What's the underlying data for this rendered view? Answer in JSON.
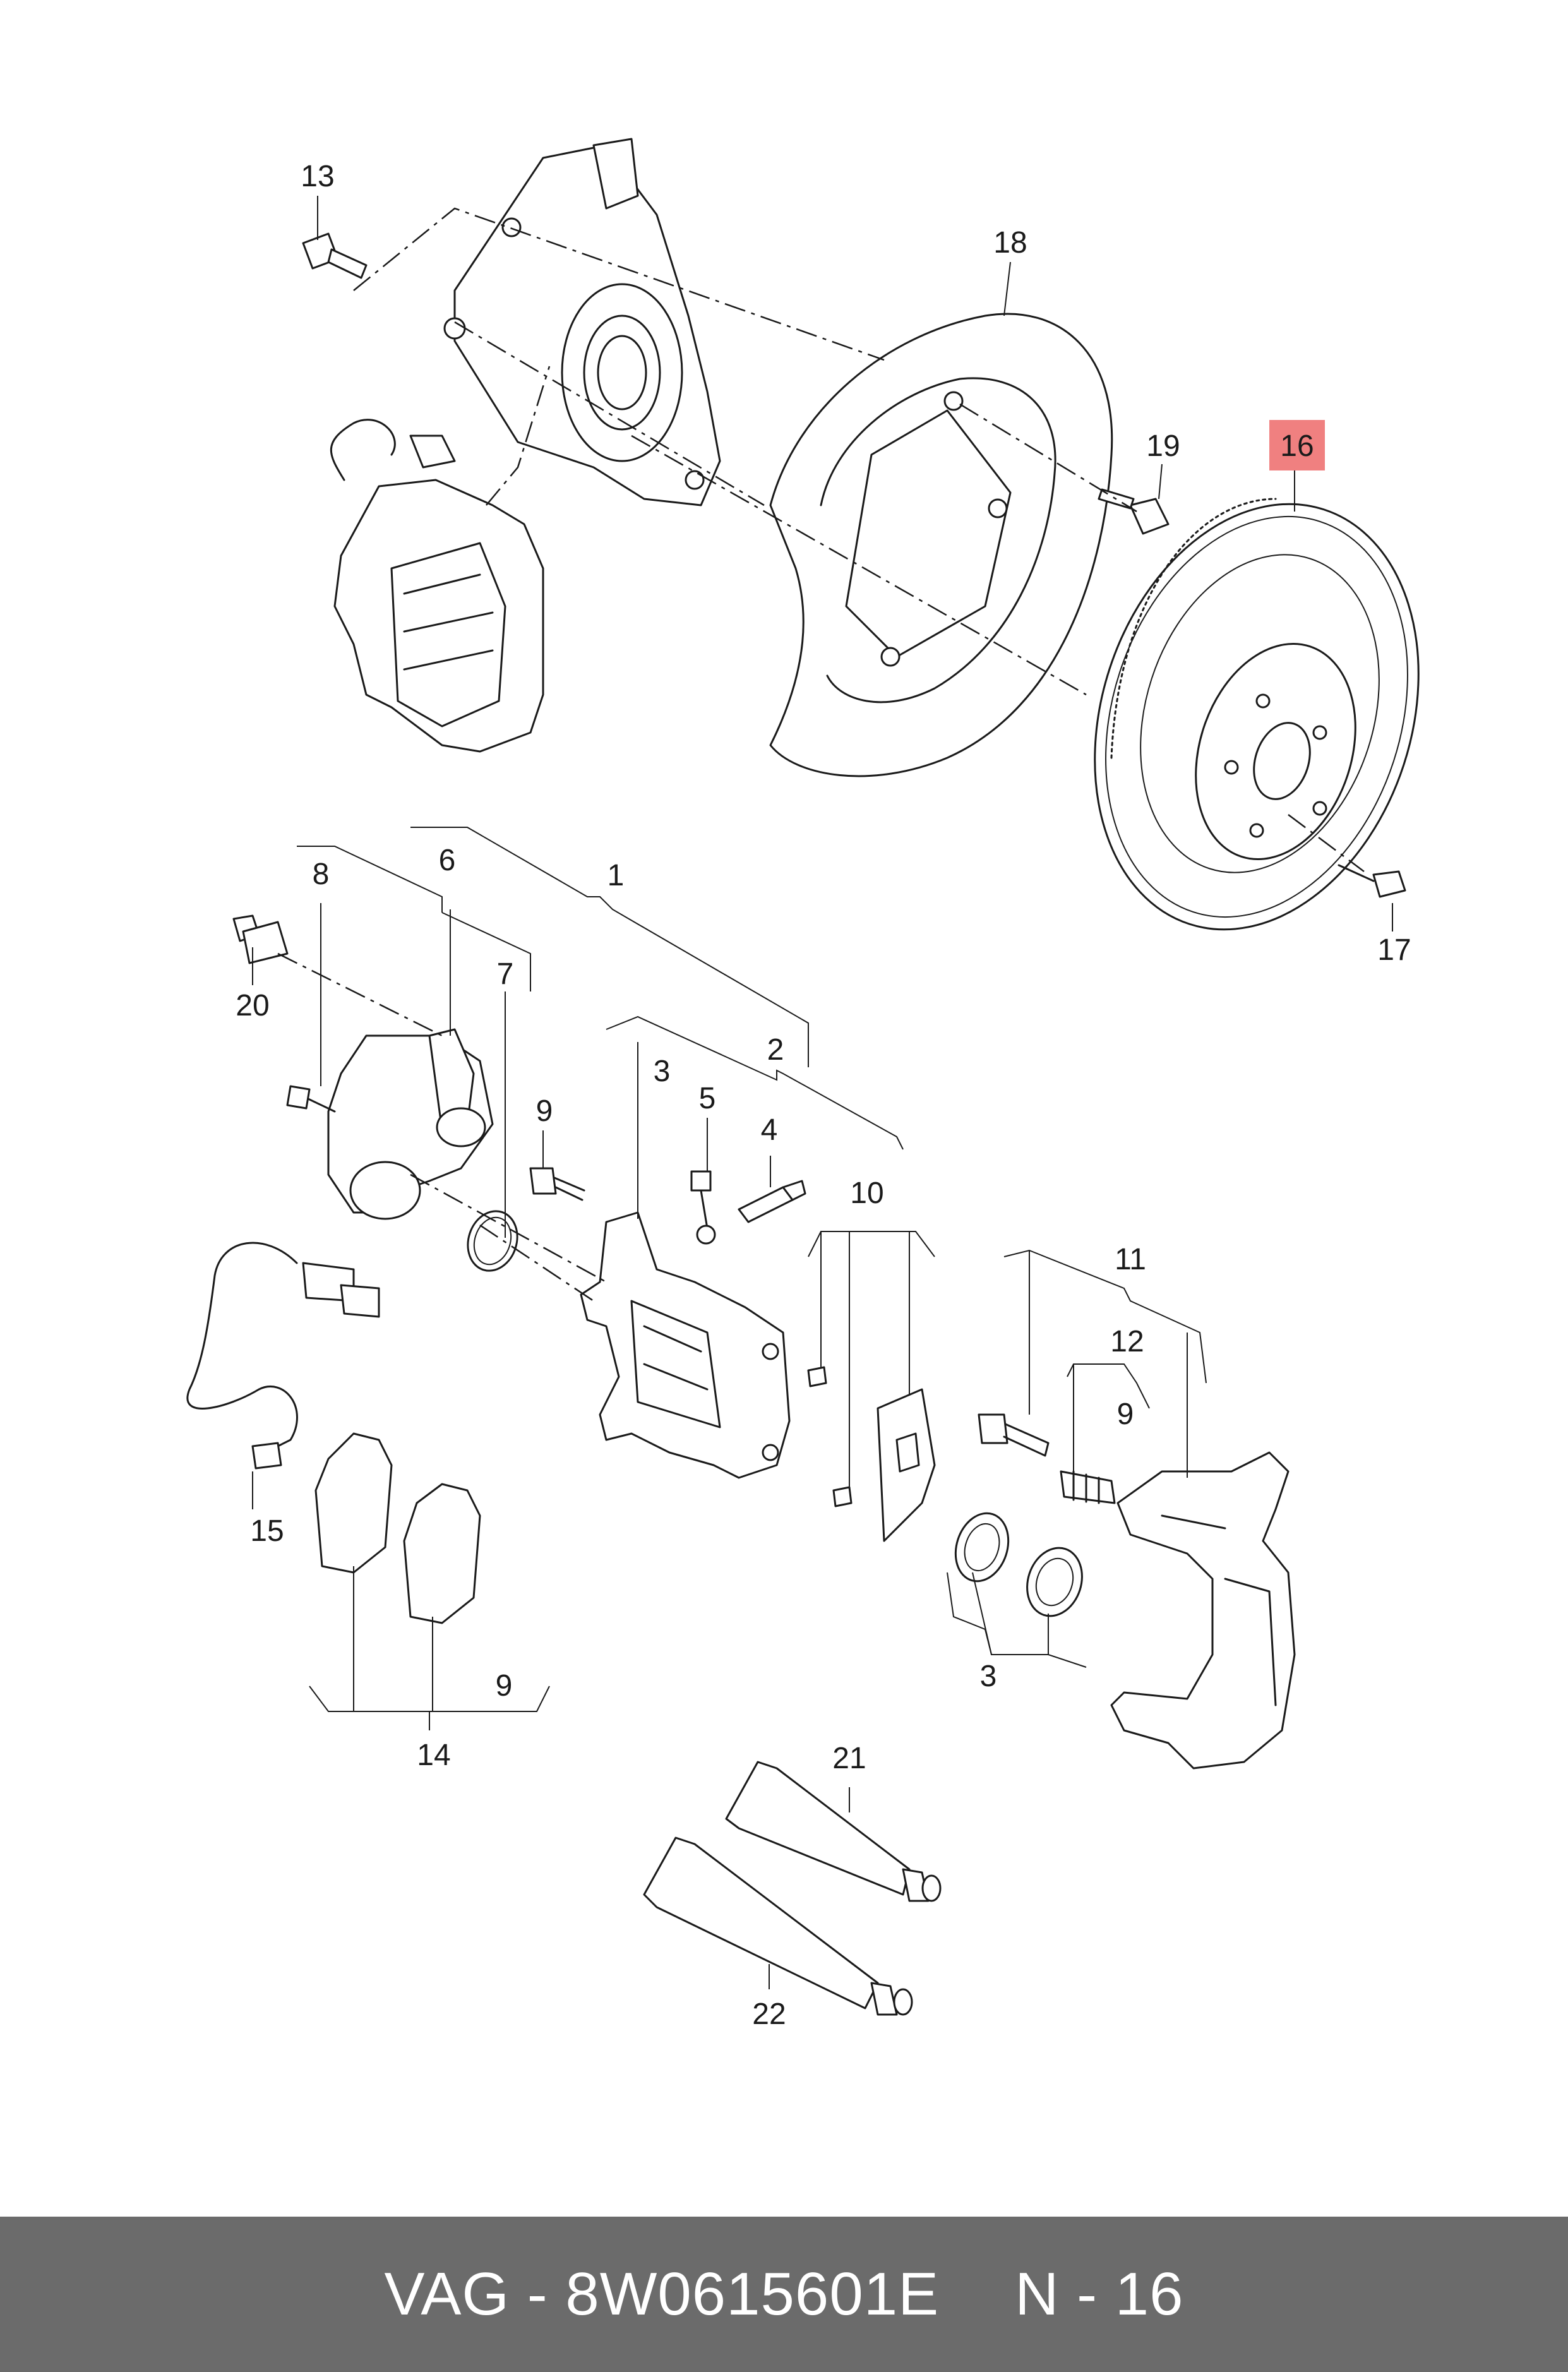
{
  "footer": {
    "brand": "VAG",
    "separator": " - ",
    "part_number": "8W0615601E",
    "ref_prefix": "N - ",
    "ref_number": "16"
  },
  "highlight": {
    "label": "16",
    "color": "#f08080"
  },
  "callouts": {
    "c1": "1",
    "c2": "2",
    "c3a": "3",
    "c3b": "3",
    "c4": "4",
    "c5": "5",
    "c6": "6",
    "c7": "7",
    "c8": "8",
    "c9a": "9",
    "c9b": "9",
    "c9c": "9",
    "c10": "10",
    "c11": "11",
    "c12": "12",
    "c13": "13",
    "c14": "14",
    "c15": "15",
    "c17": "17",
    "c18": "18",
    "c19": "19",
    "c20": "20",
    "c21": "21",
    "c22": "22"
  },
  "colors": {
    "line": "#1a1a1a",
    "footer_bg": "#6b6b6b",
    "footer_text": "#ffffff"
  }
}
